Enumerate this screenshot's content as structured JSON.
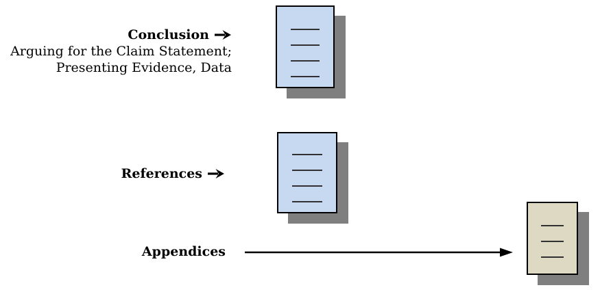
{
  "figure": {
    "background": "#ffffff",
    "colors": {
      "document_blue": "#c6d9f1",
      "document_tan": "#ddd9c3",
      "shadow_gray": "#7f7f7f",
      "border_black": "#000000",
      "rule_line": "#303030",
      "arrow_black": "#000000",
      "text_black": "#000000"
    },
    "icons": {
      "short_arrow": "right-arrow",
      "long_arrow": "long-right-arrow",
      "document": "page-with-text-lines"
    },
    "items": [
      {
        "label": "Conclusion",
        "description_lines": [
          "Arguing for the Claim Statement;",
          "Presenting Evidence, Data"
        ],
        "arrow": "short-right",
        "document": {
          "fill": "#c6d9f1",
          "rule_count": 4
        }
      },
      {
        "label": "References",
        "description_lines": [],
        "arrow": "short-right",
        "document": {
          "fill": "#c6d9f1",
          "rule_count": 4
        }
      },
      {
        "label": "Appendices",
        "description_lines": [],
        "arrow": "long-right",
        "document": {
          "fill": "#ddd9c3",
          "rule_count": 3
        }
      }
    ]
  }
}
